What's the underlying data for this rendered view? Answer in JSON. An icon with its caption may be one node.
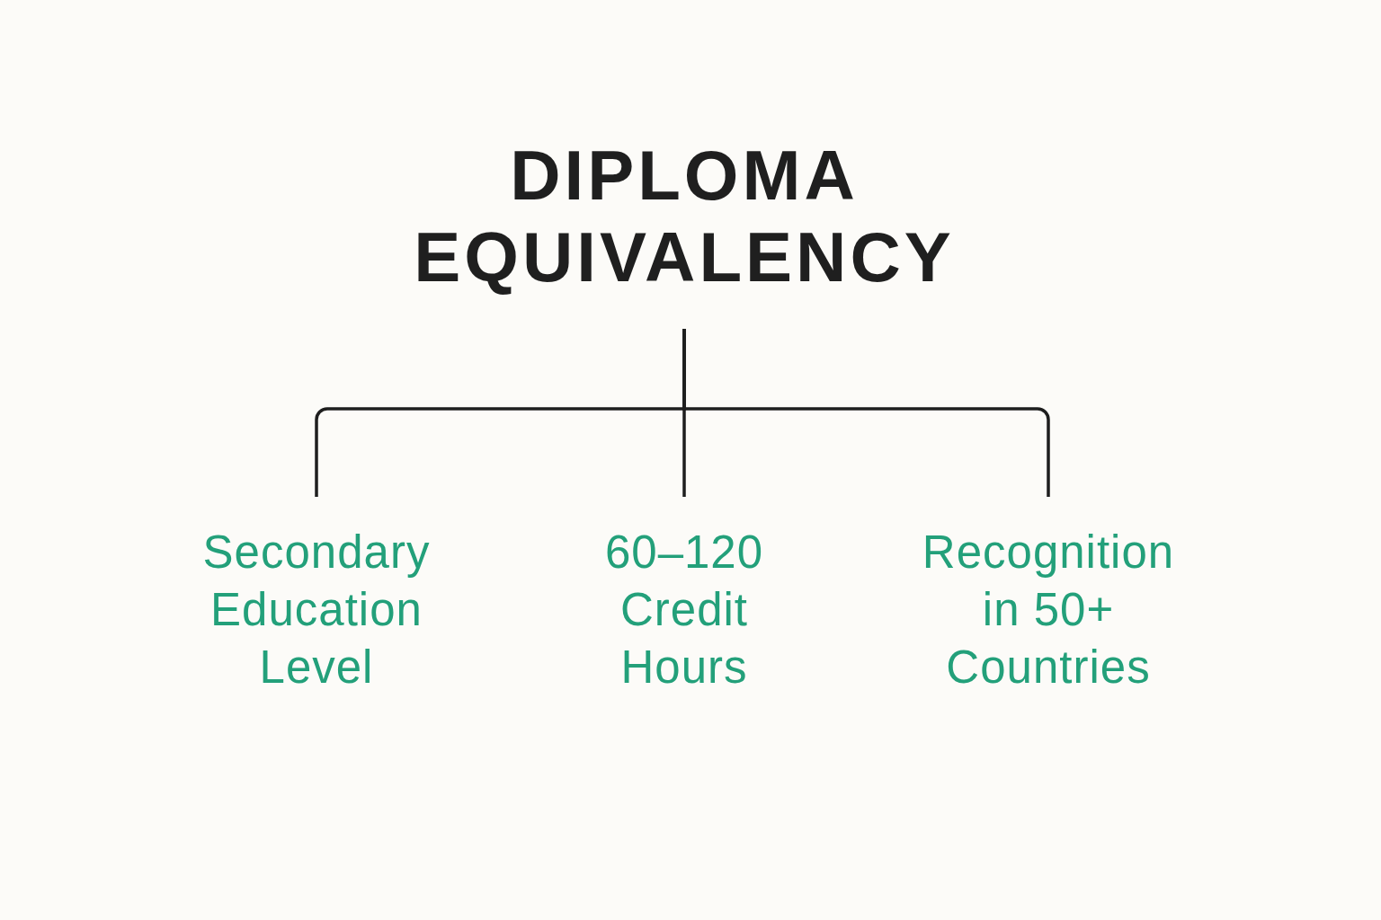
{
  "diagram": {
    "nodes": [
      {
        "text": [
          "DIPLOMA EQUIVALENCY"
        ]
      },
      {
        "text": [
          "Secondary Education Level"
        ]
      },
      {
        "text": [
          "60–120 Credit Hours"
        ]
      },
      {
        "text": [
          "Recognition in 50+ Countries"
        ]
      }
    ],
    "edges": [
      {
        "from": 0,
        "to": 1,
        "arrow": "none"
      },
      {
        "from": 0,
        "to": 2,
        "arrow": "none"
      },
      {
        "from": 0,
        "to": 3,
        "arrow": "none"
      }
    ]
  }
}
